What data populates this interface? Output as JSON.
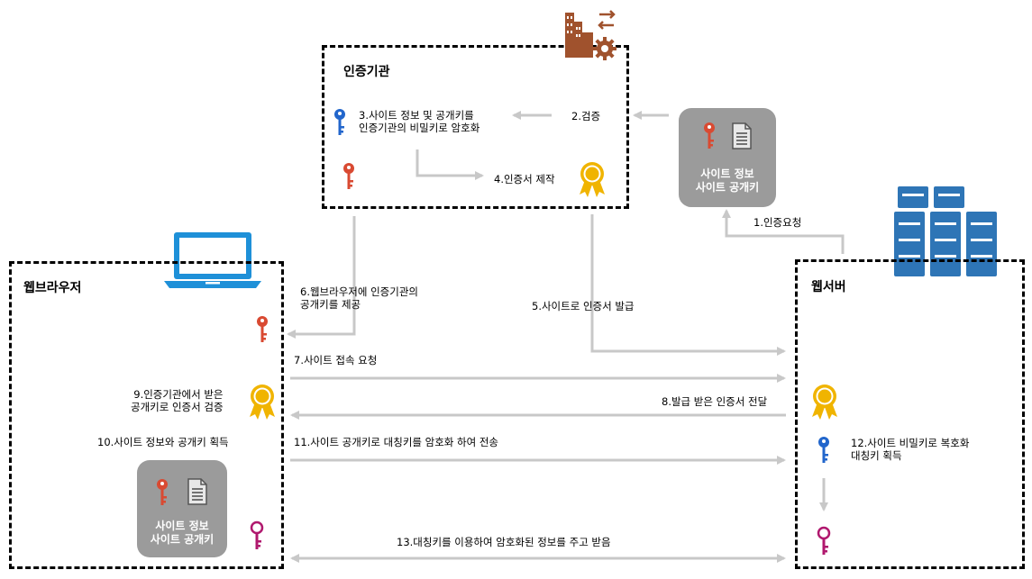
{
  "actors": {
    "ca": {
      "title": "인증기관"
    },
    "browser": {
      "title": "웹브라우저"
    },
    "server": {
      "title": "웹서버"
    }
  },
  "cards": {
    "ca_card": {
      "line1": "사이트 정보",
      "line2": "사이트 공개키"
    },
    "browser_card": {
      "line1": "사이트 정보",
      "line2": "사이트 공개키"
    }
  },
  "steps": {
    "s1": "1.인증요청",
    "s2": "2.검증",
    "s3": [
      "3.사이트 정보 및 공개키를",
      "인증기관의 비밀키로 암호화"
    ],
    "s4": "4.인증서 제작",
    "s5": "5.사이트로 인증서 발급",
    "s6": [
      "6.웹브라우저에 인증기관의",
      "공개키를 제공"
    ],
    "s7": "7.사이트 접속 요청",
    "s8": "8.발급 받은 인증서 전달",
    "s9": [
      "9.인증기관에서 받은",
      "공개키로 인증서 검증"
    ],
    "s10": "10.사이트 정보와 공개키 획득",
    "s11": "11.사이트 공개키로 대칭키를 암호화 하여 전송",
    "s12": [
      "12.사이트 비밀키로 복호화",
      "대칭키 획득"
    ],
    "s13": "13.대칭키를 이용하여 암호화된 정보를 주고 받음"
  },
  "colors": {
    "arrow": "#c8c8c8",
    "card": "#9b9b9b",
    "ca_key": "#2266cc",
    "red_key": "#d94a32",
    "sym_key": "#b0186e",
    "certificate": "#f0b400",
    "server": "#2e75b6",
    "building": "#a0522d"
  },
  "icons": [
    "building-icon",
    "server-icon",
    "laptop-icon",
    "key-icon",
    "certificate-icon",
    "document-icon"
  ]
}
